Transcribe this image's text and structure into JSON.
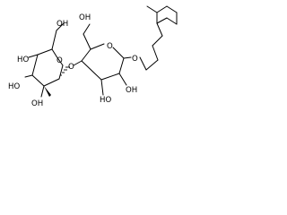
{
  "diagram": {
    "type": "chemical-structure",
    "atom_labels": {
      "ho_top_left": "OH",
      "ho_left": "HO",
      "ho_bottom_left": "HO",
      "oh_bottom_left": "OH",
      "ring_o_left": "O",
      "glycosidic_o": "O",
      "oh_top_middle": "OH",
      "ring_o_right": "O",
      "anomeric_o": "O",
      "oh_right": "OH",
      "ho_bottom_middle": "HO"
    }
  }
}
